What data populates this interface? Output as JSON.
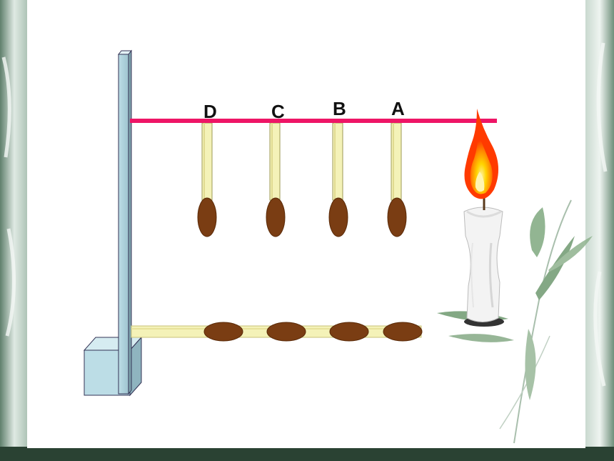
{
  "labels": {
    "d": "D",
    "c": "C",
    "b": "B",
    "a": "A"
  },
  "colors": {
    "rod": "#ee1566",
    "stand": "#bcdde6",
    "match_stick": "#f4f2b8",
    "match_head": "#7a3d13",
    "flame_outer": "#ff4d00",
    "flame_inner": "#ffd400",
    "candle": "#f3f3f3"
  },
  "icons": [
    "stand-base",
    "stand-pole",
    "metal-rod",
    "match",
    "candle",
    "flame",
    "bamboo-leaves"
  ]
}
